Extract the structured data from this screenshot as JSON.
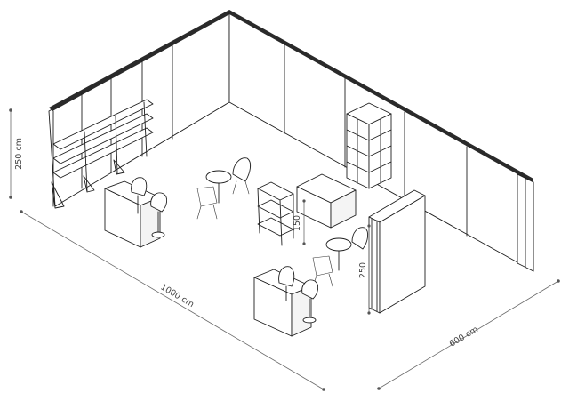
{
  "dimensions": {
    "length": "1000 cm",
    "depth": "600 cm",
    "wall_height": "250 cm",
    "counter_height": "150",
    "panel_height": "250"
  }
}
